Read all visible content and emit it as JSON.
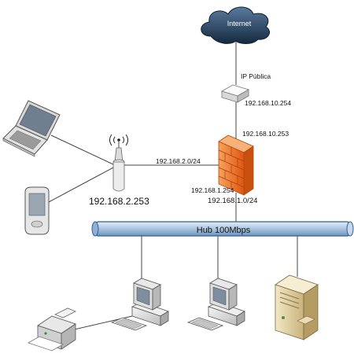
{
  "cloud": {
    "label": "Internet"
  },
  "modem": {
    "label": "IP Pública",
    "ip": "192.168.10.254"
  },
  "firewall": {
    "wan_ip": "192.168.10.253",
    "dmz_net": "192.168.2.0/24",
    "lan_ip": "192.168.1.254",
    "lan_net": "192.168.1.0/24"
  },
  "access_point": {
    "ip": "192.168.2.253"
  },
  "hub": {
    "label": "Hub 100Mbps"
  },
  "colors": {
    "hub_fill": "#a9c4df",
    "hub_stroke": "#2f5f96",
    "firewall": "#f06a1e",
    "cloud": "#1e3550",
    "line": "#333333"
  },
  "icons": [
    "cloud-icon",
    "modem-icon",
    "firewall-icon",
    "antenna-icon",
    "laptop-icon",
    "pda-icon",
    "printer-icon",
    "desktop-icon",
    "server-icon"
  ]
}
